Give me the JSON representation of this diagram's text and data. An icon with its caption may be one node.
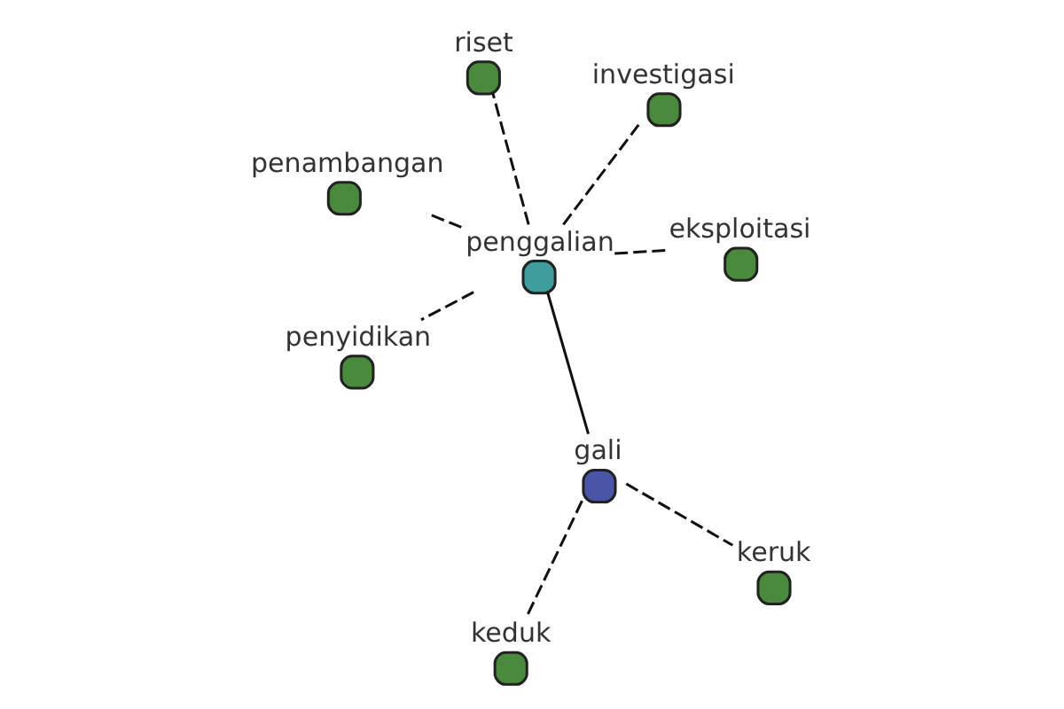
{
  "diagram": {
    "nodes": [
      {
        "text": [
          "penggalian"
        ]
      },
      {
        "text": [
          "eksploitasi"
        ]
      },
      {
        "text": [
          "penyidikan"
        ]
      },
      {
        "text": [
          "penambangan"
        ]
      },
      {
        "text": [
          "investigasi"
        ]
      },
      {
        "text": [
          "riset"
        ]
      },
      {
        "text": [
          "gali"
        ]
      },
      {
        "text": [
          "keruk"
        ]
      },
      {
        "text": [
          "keduk"
        ]
      }
    ],
    "edges": [
      {
        "from": 0,
        "to": 1,
        "arrow": "none",
        "style": "dashed"
      },
      {
        "from": 0,
        "to": 2,
        "arrow": "none",
        "style": "dashed"
      },
      {
        "from": 0,
        "to": 3,
        "arrow": "none",
        "style": "dashed"
      },
      {
        "from": 0,
        "to": 4,
        "arrow": "none",
        "style": "dashed"
      },
      {
        "from": 0,
        "to": 5,
        "arrow": "none",
        "style": "dashed"
      },
      {
        "from": 0,
        "to": 6,
        "arrow": "none"
      },
      {
        "from": 6,
        "to": 7,
        "arrow": "none",
        "style": "dashed"
      },
      {
        "from": 6,
        "to": 8,
        "arrow": "none",
        "style": "dashed"
      }
    ]
  }
}
